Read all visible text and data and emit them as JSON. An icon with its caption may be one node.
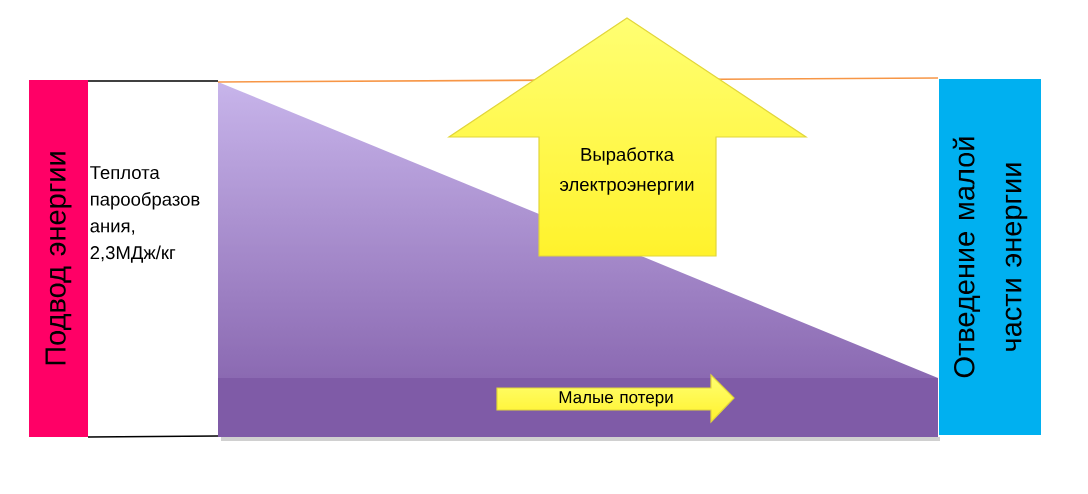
{
  "diagram": {
    "nodes": [
      {
        "text": [
          "Подвод энергии"
        ],
        "beside": [
          "Теплота парообразов ания, 2,3МДж/кг"
        ]
      },
      {
        "text": [
          "Выработка электроэнергии"
        ]
      },
      {
        "text": [
          "Малые потери"
        ]
      },
      {
        "text": [
          "Отведение малой части энергии"
        ]
      }
    ]
  }
}
